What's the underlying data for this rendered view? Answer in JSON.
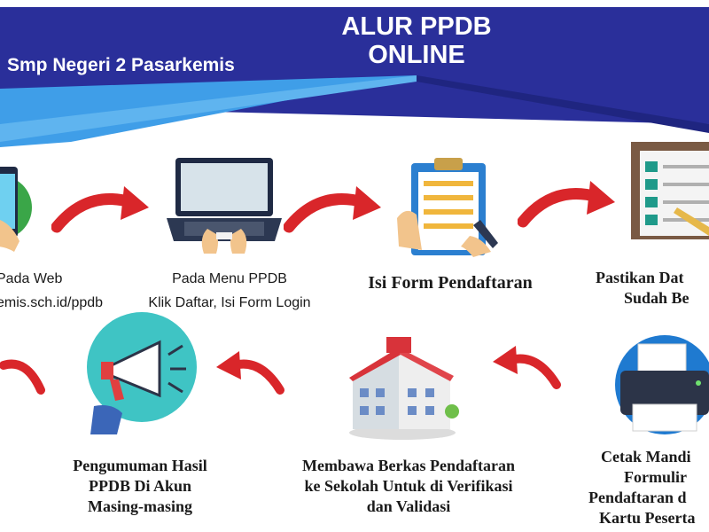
{
  "header": {
    "school_name": "Smp Negeri 2 Pasarkemis",
    "title_line1": "ALUR PPDB",
    "title_line2": "ONLINE"
  },
  "steps": [
    {
      "lines": [
        "Pada Web",
        "emis.sch.id/ppdb"
      ],
      "icon": "phone-icon"
    },
    {
      "lines": [
        "Pada Menu PPDB",
        "Klik Daftar, Isi Form Login"
      ],
      "icon": "laptop-icon"
    },
    {
      "lines": [
        "Isi Form Pendaftaran"
      ],
      "icon": "clipboard-form-icon"
    },
    {
      "lines": [
        "Pastikan Dat",
        "Sudah Be"
      ],
      "icon": "checklist-icon"
    },
    {
      "lines": [
        "Cetak Mandi",
        "Formulir",
        "Pendaftaran d",
        "Kartu Peserta"
      ],
      "icon": "printer-icon"
    },
    {
      "lines": [
        "Membawa Berkas Pendaftaran",
        "ke Sekolah Untuk di Verifikasi",
        "dan Validasi"
      ],
      "icon": "school-building-icon"
    },
    {
      "lines": [
        "Pengumuman Hasil",
        "PPDB Di Akun",
        "Masing-masing"
      ],
      "icon": "megaphone-icon"
    }
  ],
  "colors": {
    "banner_dark": "#2a2f9a",
    "banner_light": "#3f9ee8",
    "arrow_red": "#d9262a"
  }
}
